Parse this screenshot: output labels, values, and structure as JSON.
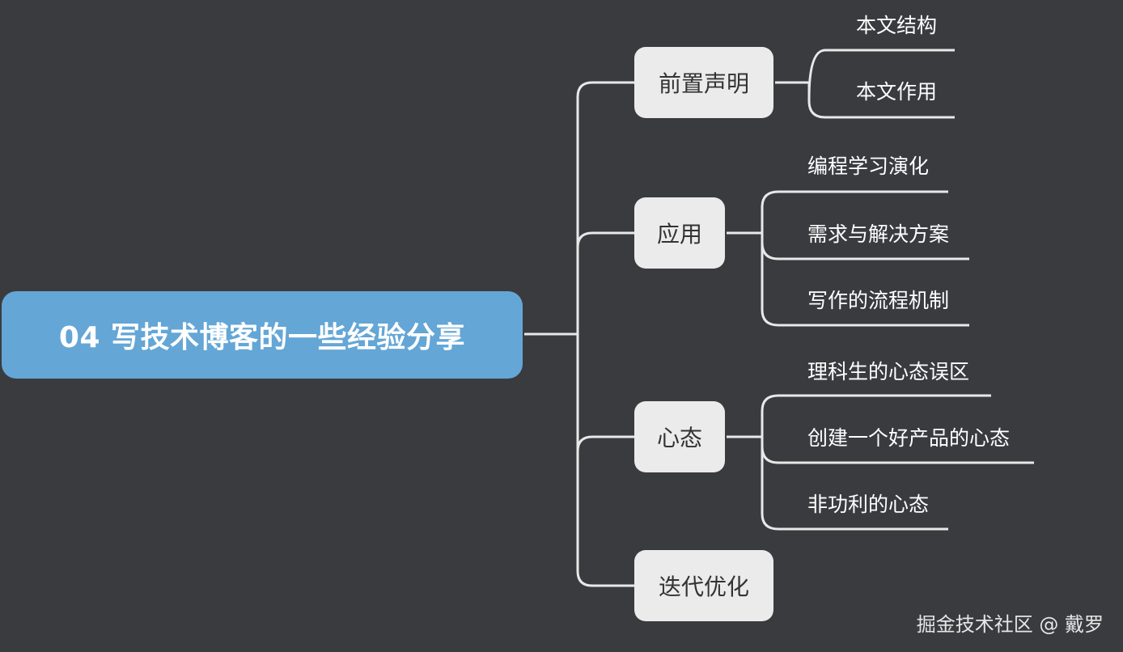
{
  "root": {
    "label": "04 写技术博客的一些经验分享"
  },
  "branches": [
    {
      "label": "前置声明",
      "children": [
        "本文结构",
        "本文作用"
      ]
    },
    {
      "label": "应用",
      "children": [
        "编程学习演化",
        "需求与解决方案",
        "写作的流程机制"
      ]
    },
    {
      "label": "心态",
      "children": [
        "理科生的心态误区",
        "创建一个好产品的心态",
        "非功利的心态"
      ]
    },
    {
      "label": "迭代优化",
      "children": []
    }
  ],
  "watermark": "掘金技术社区 @ 戴罗",
  "colors": {
    "background": "#3a3b3f",
    "root_fill": "#64a6d6",
    "branch_fill": "#ebebeb",
    "line": "#e8e8e8"
  }
}
